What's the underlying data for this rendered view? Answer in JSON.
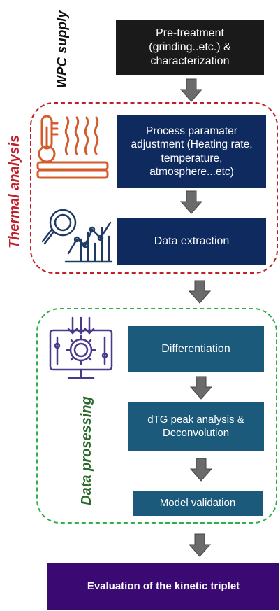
{
  "stages": {
    "supply": {
      "label": "WPC supply",
      "box": "Pre-treatment (grinding..etc.) & characterization"
    },
    "thermal": {
      "label": "Thermal analysis",
      "steps": [
        "Process paramater adjustment (Heating rate, temperature, atmosphere...etc)",
        "Data extraction"
      ]
    },
    "processing": {
      "label": "Data prosessing",
      "steps": [
        "Differentiation",
        "dTG peak analysis & Deconvolution",
        "Model validation"
      ]
    },
    "final": {
      "box": "Evaluation of the kinetic triplet"
    }
  },
  "colors": {
    "supply_box": "#1a1a1a",
    "thermal_box": "#0e2a5f",
    "processing_box": "#1b5a7a",
    "final_box": "#3a0a72",
    "arrow": "#6b6b6b",
    "thermal_border": "#c0202a",
    "processing_border": "#2fae4a",
    "thermal_label": "#c0202a",
    "processing_label": "#2a6a2a",
    "icon_orange": "#d35c2c",
    "icon_navy": "#1f3b63",
    "icon_purple": "#4b3a8c"
  },
  "icons": [
    "heat-sensor-icon",
    "data-analysis-icon",
    "processing-monitor-icon"
  ]
}
